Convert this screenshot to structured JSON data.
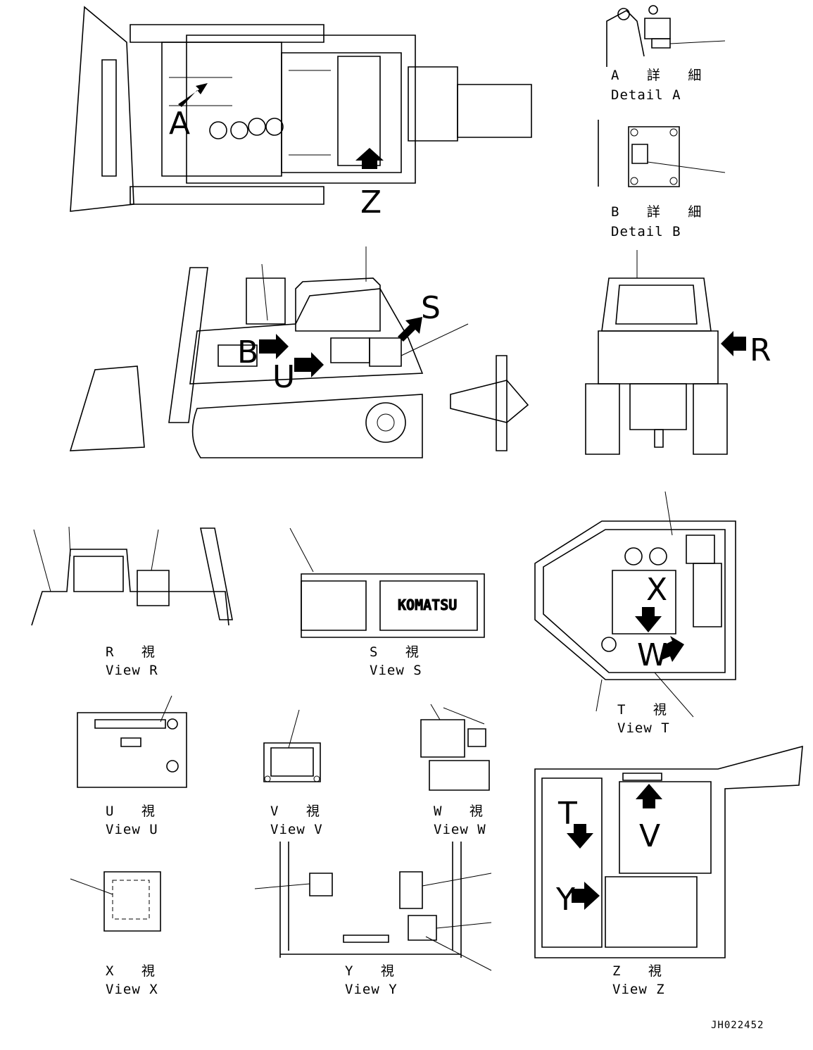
{
  "views": {
    "detail_a": {
      "jp": "A 詳 細",
      "en": "Detail A"
    },
    "detail_b": {
      "jp": "B 詳 細",
      "en": "Detail B"
    },
    "view_r": {
      "jp": "R 視",
      "en": "View R"
    },
    "view_s": {
      "jp": "S 視",
      "en": "View S"
    },
    "view_t": {
      "jp": "T 視",
      "en": "View T"
    },
    "view_u": {
      "jp": "U 視",
      "en": "View U"
    },
    "view_v": {
      "jp": "V 視",
      "en": "View V"
    },
    "view_w": {
      "jp": "W 視",
      "en": "View W"
    },
    "view_x": {
      "jp": "X 視",
      "en": "View X"
    },
    "view_y": {
      "jp": "Y 視",
      "en": "View Y"
    },
    "view_z": {
      "jp": "Z 視",
      "en": "View Z"
    }
  },
  "callouts": {
    "a": "A",
    "b": "B",
    "z": "Z",
    "s": "S",
    "u": "U",
    "r": "R",
    "x": "X",
    "w": "W",
    "t": "T",
    "v": "V",
    "y": "Y"
  },
  "brand": "KOMATSU",
  "doc_number": "JH022452"
}
